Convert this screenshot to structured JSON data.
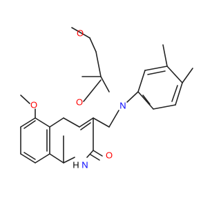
{
  "molecule": {
    "atom_labels": {
      "o_methoxy_top": "O",
      "o_carbonyl": "O",
      "n_amide": "N",
      "o_methoxy_ring": "O",
      "nh_label": "H",
      "nh_n": "N",
      "o_lactam": "O"
    },
    "colors": {
      "bond": "#222222",
      "oxygen": "#ff0000",
      "nitrogen": "#0000ff",
      "hydrogen": "#000000"
    }
  }
}
